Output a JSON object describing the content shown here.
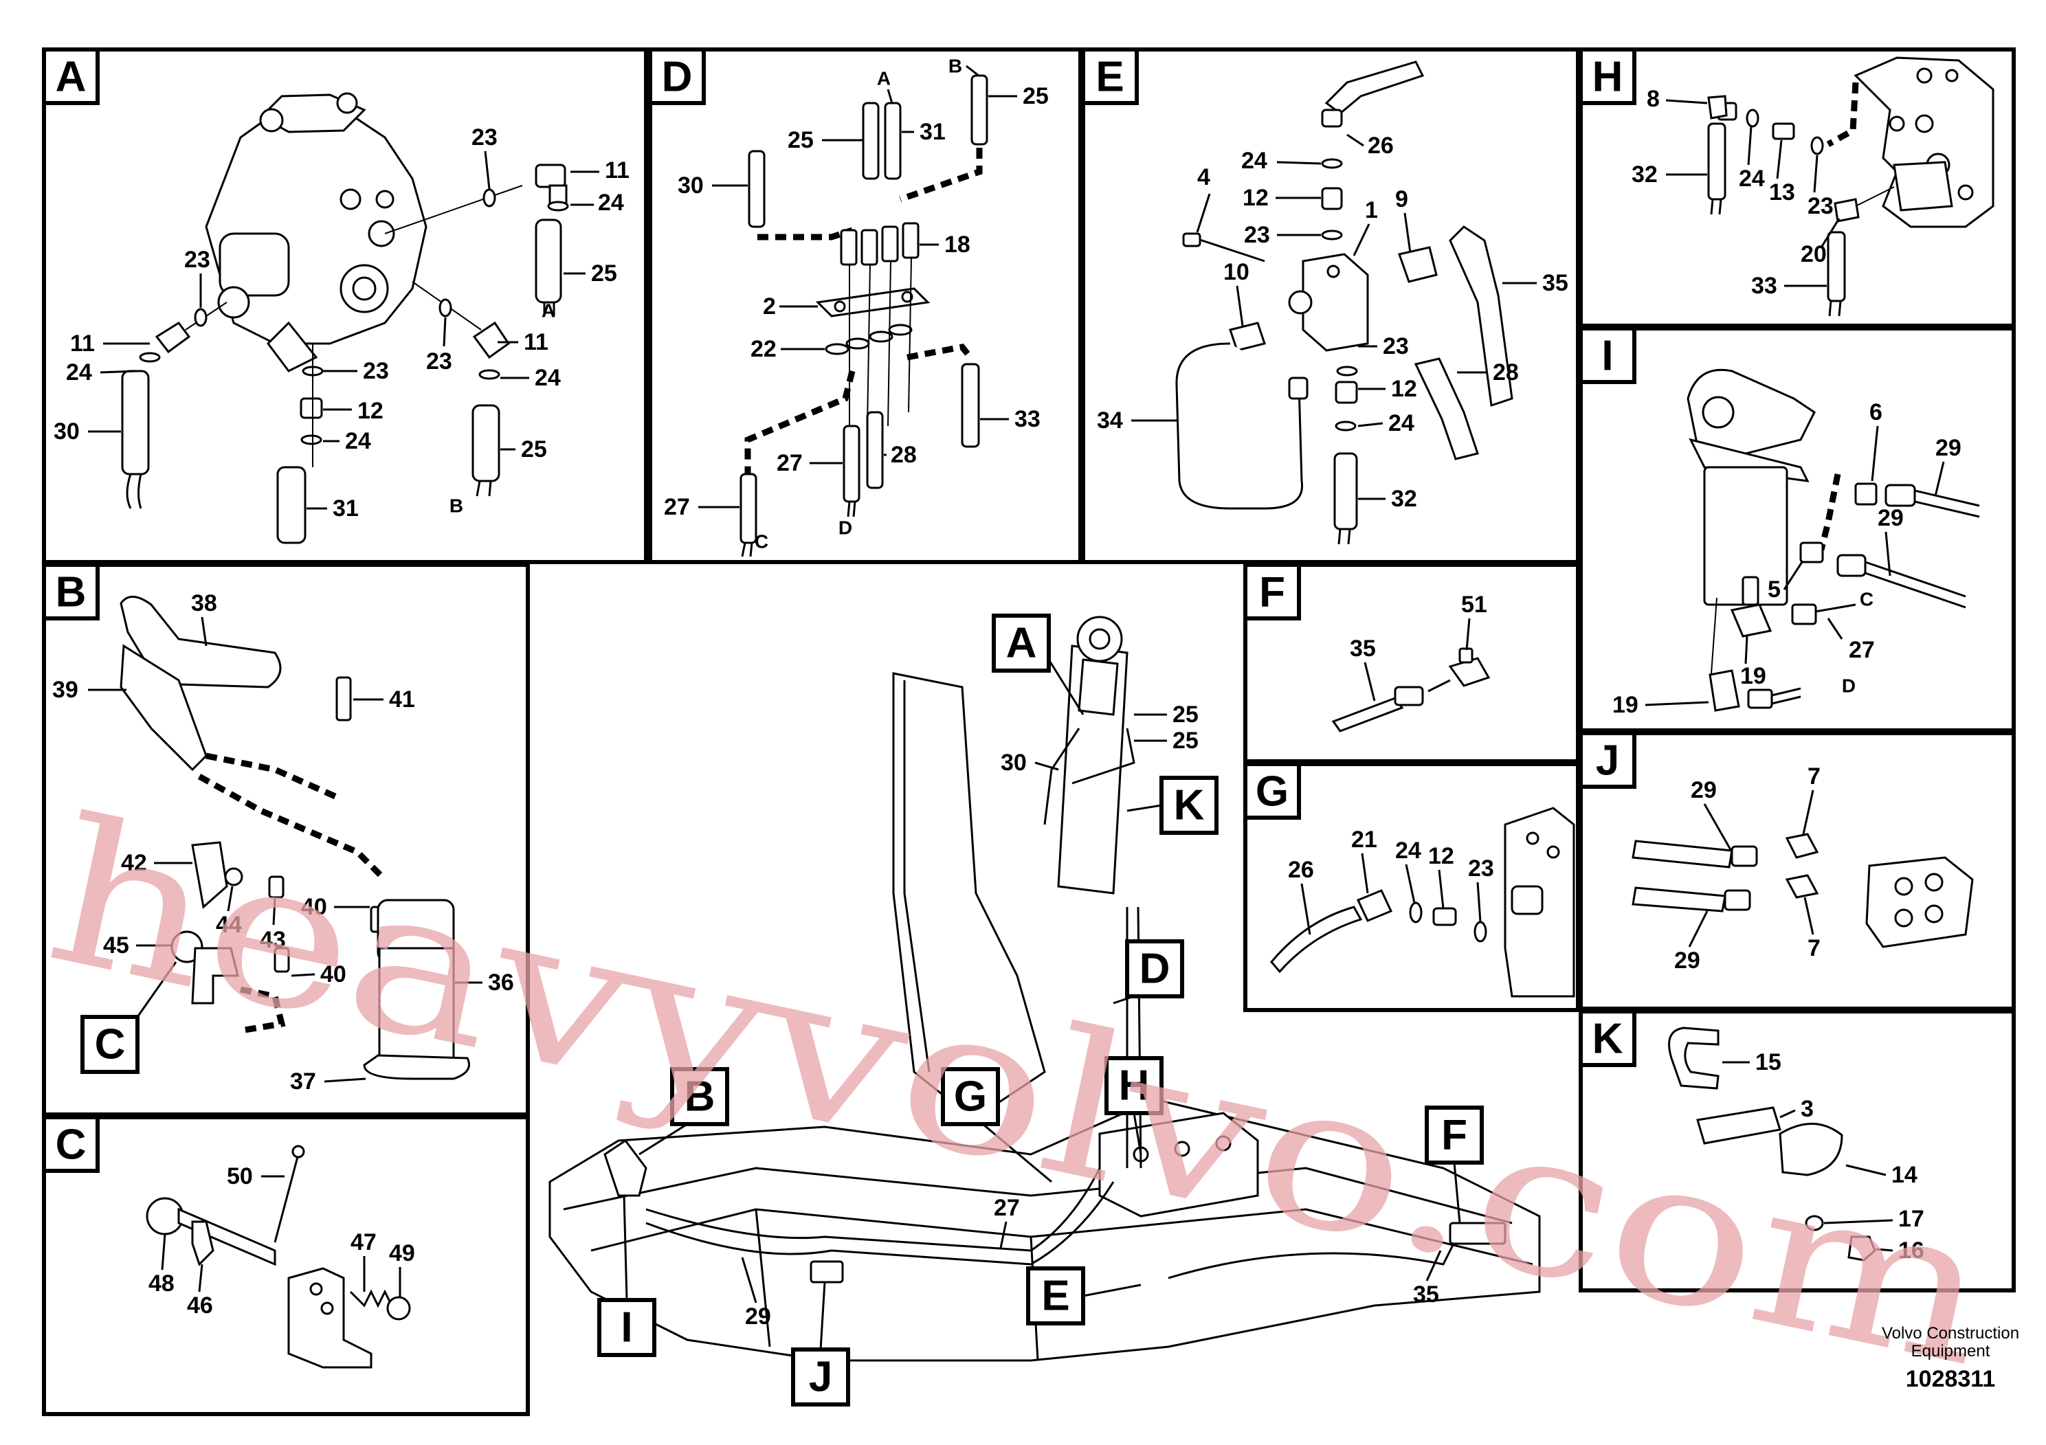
{
  "panels": [
    "A",
    "B",
    "C",
    "D",
    "E",
    "F",
    "G",
    "H",
    "I",
    "J",
    "K"
  ],
  "main_callouts": [
    "A",
    "B",
    "G",
    "H",
    "D",
    "E",
    "F",
    "I",
    "J",
    "K"
  ],
  "labels": {
    "A": [
      "23",
      "11",
      "24",
      "25",
      "A",
      "23",
      "11",
      "24",
      "30",
      "23",
      "12",
      "24",
      "31",
      "23",
      "11",
      "24",
      "25",
      "B"
    ],
    "B": [
      "38",
      "39",
      "41",
      "42",
      "44",
      "43",
      "40",
      "40",
      "45",
      "36",
      "37",
      "C"
    ],
    "C": [
      "50",
      "48",
      "46",
      "47",
      "49"
    ],
    "D": [
      "A",
      "B",
      "25",
      "31",
      "25",
      "30",
      "18",
      "2",
      "22",
      "33",
      "27",
      "28",
      "27",
      "C",
      "D"
    ],
    "E": [
      "26",
      "24",
      "4",
      "12",
      "23",
      "1",
      "9",
      "10",
      "35",
      "23",
      "28",
      "34",
      "12",
      "24",
      "32"
    ],
    "F": [
      "51",
      "35"
    ],
    "G": [
      "21",
      "24",
      "12",
      "23",
      "26"
    ],
    "H": [
      "8",
      "32",
      "24",
      "13",
      "23",
      "20",
      "33"
    ],
    "I": [
      "6",
      "29",
      "29",
      "5",
      "C",
      "27",
      "19",
      "D",
      "19"
    ],
    "J": [
      "29",
      "7",
      "7",
      "29"
    ],
    "K": [
      "15",
      "3",
      "14",
      "17",
      "16"
    ],
    "main": [
      "25",
      "25",
      "30",
      "27",
      "29",
      "35"
    ]
  },
  "watermark": "heavyvolvo.com",
  "footer": {
    "brand_line1": "Volvo Construction",
    "brand_line2": "Equipment",
    "doc_number": "1028311"
  }
}
